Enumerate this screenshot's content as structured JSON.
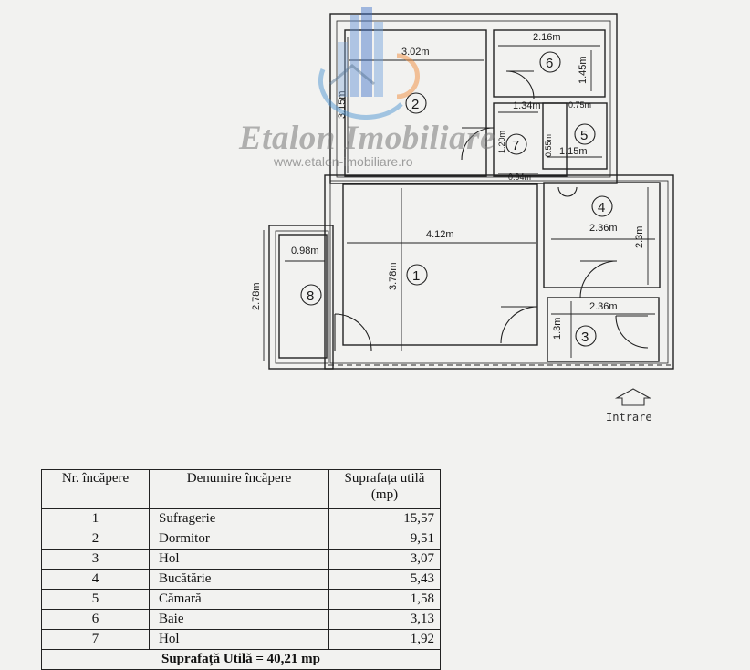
{
  "watermark": {
    "brand": "Etalon Imobiliare",
    "url": "www.etalon-imobiliare.ro"
  },
  "plan": {
    "dimensions": {
      "d1": "3.02m",
      "d2": "3.15m",
      "d3": "2.16m",
      "d4": "1.45m",
      "d5": "1.34m",
      "d6": "0.75m",
      "d7": "1.15m",
      "d8": "0.94m",
      "d9": "1.20m",
      "d10": "0.55m",
      "d11": "4.12m",
      "d12": "3.78m",
      "d13": "0.98m",
      "d14": "2.78m",
      "d15": "2.36m",
      "d16": "2.3m",
      "d17": "2.36m",
      "d18": "1.3m"
    },
    "rooms": {
      "r1": "1",
      "r2": "2",
      "r3": "3",
      "r4": "4",
      "r5": "5",
      "r6": "6",
      "r7": "7",
      "r8": "8"
    },
    "entrance": "Intrare"
  },
  "table": {
    "headers": [
      "Nr. încăpere",
      "Denumire încăpere",
      "Suprafața utilă (mp)"
    ],
    "rows": [
      {
        "nr": "1",
        "name": "Sufragerie",
        "area": "15,57"
      },
      {
        "nr": "2",
        "name": "Dormitor",
        "area": "9,51"
      },
      {
        "nr": "3",
        "name": "Hol",
        "area": "3,07"
      },
      {
        "nr": "4",
        "name": "Bucătărie",
        "area": "5,43"
      },
      {
        "nr": "5",
        "name": "Cămară",
        "area": "1,58"
      },
      {
        "nr": "6",
        "name": "Baie",
        "area": "3,13"
      },
      {
        "nr": "7",
        "name": "Hol",
        "area": "1,92"
      }
    ],
    "total": "Suprafață Utilă = 40,21 mp"
  }
}
